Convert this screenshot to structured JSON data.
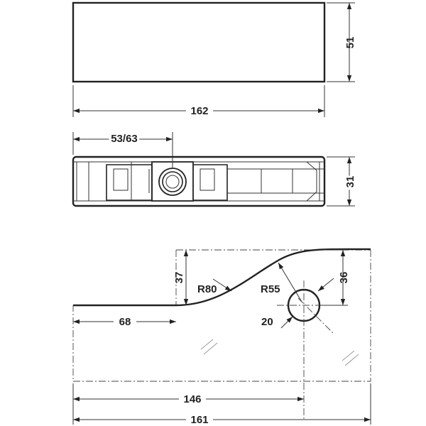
{
  "dimensions": {
    "top_length": "162",
    "top_height": "51",
    "side_offset": "53/63",
    "side_height": "31",
    "depth_37": "37",
    "radius_80": "R80",
    "radius_55": "R55",
    "dim_36": "36",
    "dim_68": "68",
    "dim_20": "20",
    "dim_146": "146",
    "dim_161": "161"
  }
}
